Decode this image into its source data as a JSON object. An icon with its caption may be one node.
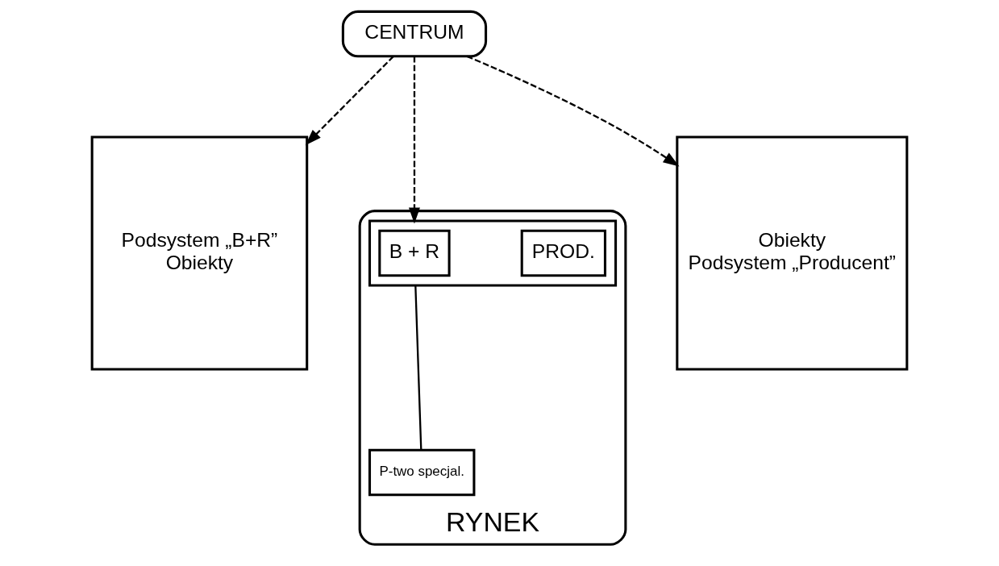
{
  "diagram": {
    "nodes": [
      {
        "text": [
          "CENTRUM"
        ]
      },
      {
        "text": [
          "Podsystem „B+R”",
          "Obiekty"
        ]
      },
      {
        "text": [
          "RYNEK"
        ]
      },
      {
        "text": [],
        "shape": "box",
        "in": 2
      },
      {
        "text": [
          "B + R"
        ],
        "in": 3
      },
      {
        "text": [
          "PROD."
        ],
        "in": 3
      },
      {
        "text": [
          "P-two specjal."
        ],
        "in": 2
      },
      {
        "text": [
          "Obiekty",
          "Podsystem „Producent”"
        ]
      }
    ],
    "edges": [
      {
        "from": 0,
        "to": 1,
        "arrow": "to",
        "style": "dashed"
      },
      {
        "from": 0,
        "to": 3,
        "arrow": "to",
        "style": "dashed"
      },
      {
        "from": 0,
        "to": 7,
        "arrow": "to",
        "style": "dashed"
      },
      {
        "from": 3,
        "to": 6,
        "arrow": "none"
      }
    ]
  }
}
